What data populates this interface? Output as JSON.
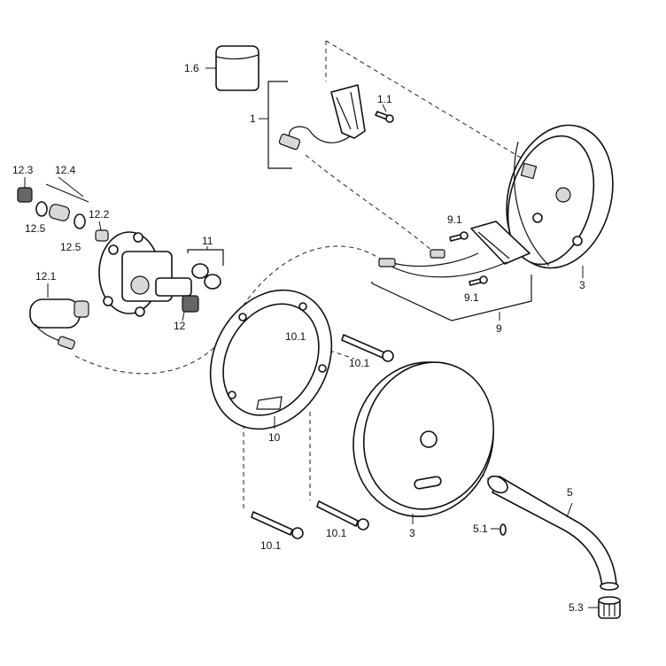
{
  "labels": {
    "l_1_6": "1.6",
    "l_1": "1",
    "l_1_1": "1.1",
    "l_12_3": "12.3",
    "l_12_4": "12.4",
    "l_12_2": "12.2",
    "l_12_5a": "12.5",
    "l_12_5b": "12.5",
    "l_11": "11",
    "l_12_1": "12.1",
    "l_12": "12",
    "l_9_1a": "9.1",
    "l_9_1b": "9.1",
    "l_9": "9",
    "l_3a": "3",
    "l_10_1a": "10.1",
    "l_10_1b": "10.1",
    "l_10": "10",
    "l_3b": "3",
    "l_5": "5",
    "l_5_1": "5.1",
    "l_10_1c": "10.1",
    "l_10_1d": "10.1",
    "l_5_3": "5.3"
  }
}
